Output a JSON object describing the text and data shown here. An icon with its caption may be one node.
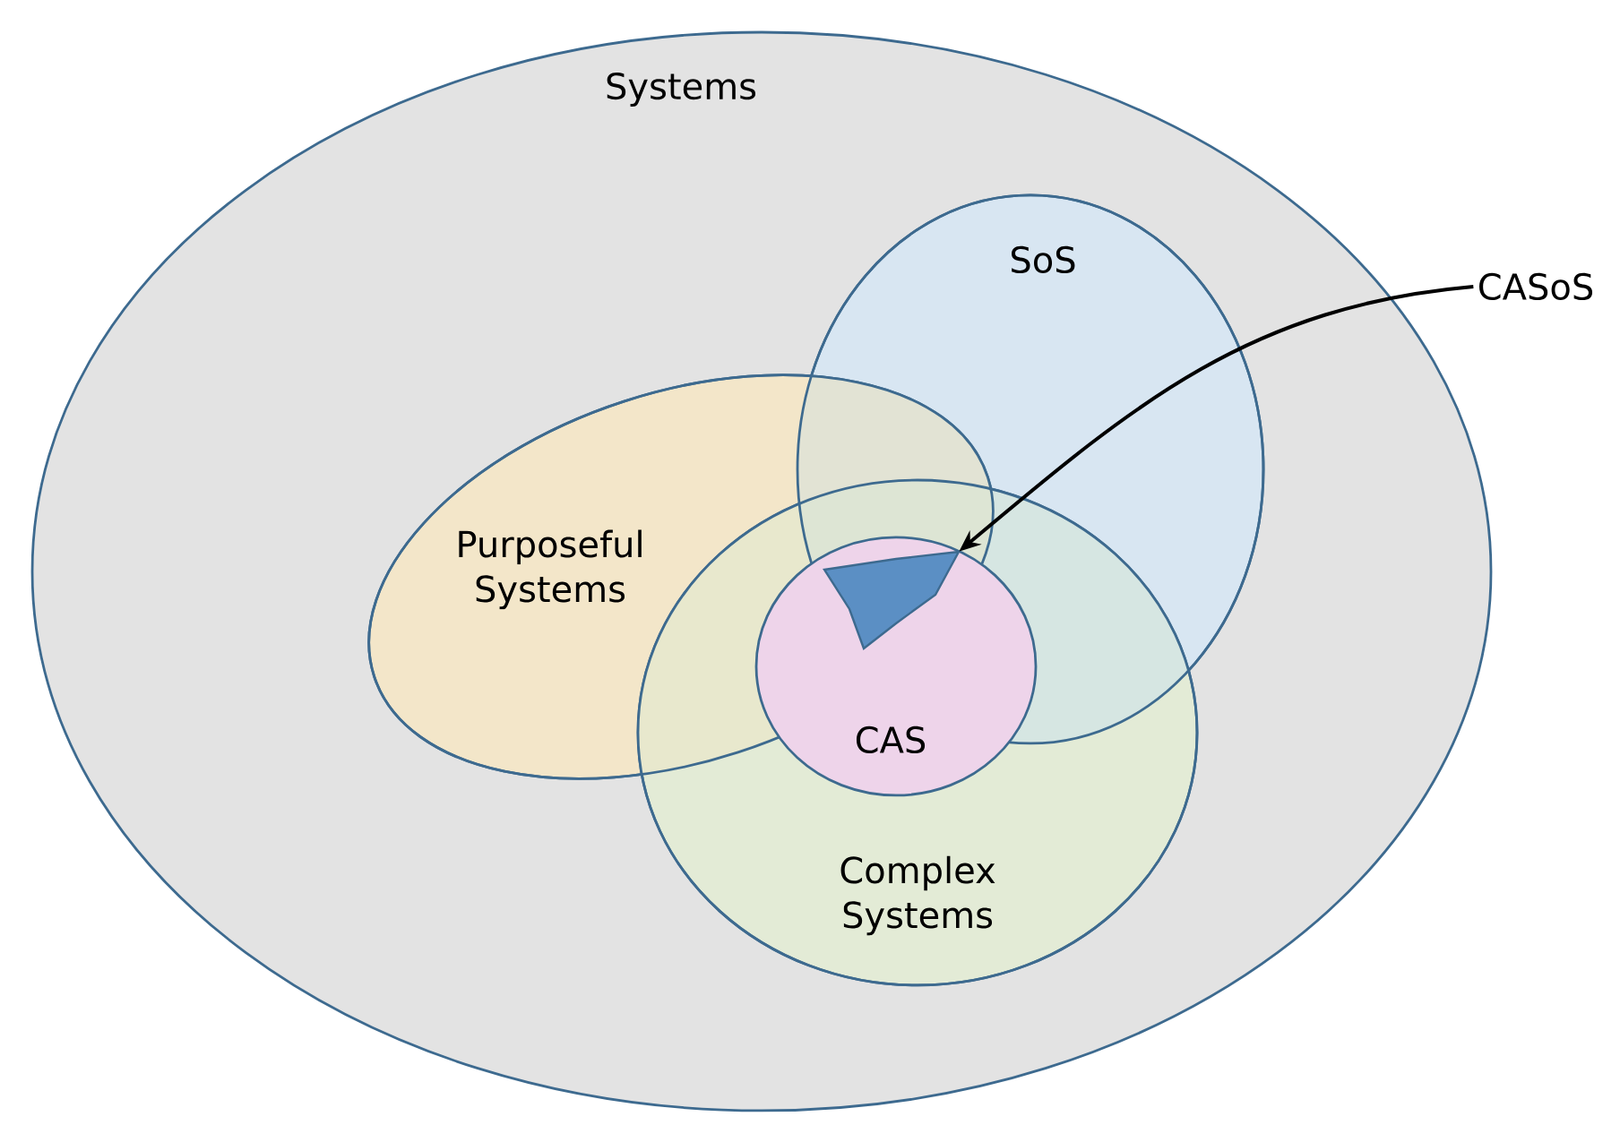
{
  "diagram": {
    "nodes": [
      {
        "text": [
          "Systems"
        ]
      },
      {
        "text": [
          "SoS"
        ],
        "in": 0
      },
      {
        "text": [
          "Purposeful Systems"
        ],
        "in": 0
      },
      {
        "text": [
          "Complex Systems"
        ],
        "in": 0
      },
      {
        "text": [
          "CAS"
        ],
        "in": 3
      },
      {
        "text": [
          "CASoS"
        ]
      },
      {
        "text": [],
        "shape": "region"
      }
    ],
    "edges": [
      {
        "from": 5,
        "to": 6,
        "arrow": "to"
      }
    ]
  }
}
